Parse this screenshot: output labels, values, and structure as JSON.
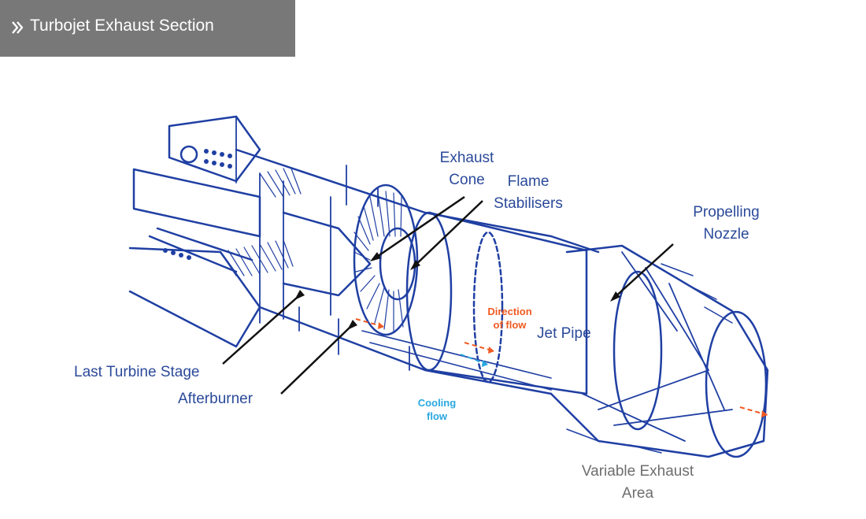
{
  "header": {
    "title": "Turbojet Exhaust Section",
    "icon": "double-chevron-right-icon"
  },
  "colors": {
    "header_bg": "#787878",
    "engine": "#1f3fa3",
    "label": "#2b4a9a",
    "variable_area_label": "#6e6e6e",
    "direction_flow": "#f05a22",
    "cooling_flow": "#29a8e0",
    "leader": "#111111"
  },
  "labels": {
    "exhaust_cone": [
      "Exhaust",
      "Cone"
    ],
    "flame_stabilisers": [
      "Flame",
      "Stabilisers"
    ],
    "propelling_nozzle": [
      "Propelling",
      "Nozzle"
    ],
    "last_turbine_stage": "Last Turbine Stage",
    "afterburner": "Afterburner",
    "jet_pipe": "Jet Pipe",
    "variable_exhaust_area": [
      "Variable Exhaust",
      "Area"
    ],
    "direction_of_flow": [
      "Direction",
      "of flow"
    ],
    "cooling_flow": [
      "Cooling",
      "flow"
    ]
  }
}
